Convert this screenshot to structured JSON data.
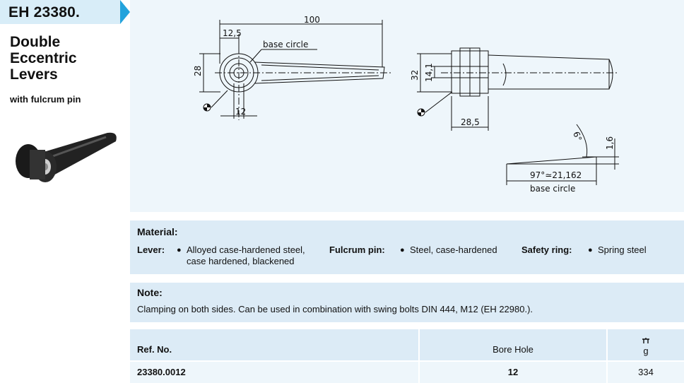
{
  "product": {
    "code": "EH 23380.",
    "title_lines": [
      "Double",
      "Eccentric",
      "Levers"
    ],
    "subtitle": "with fulcrum pin"
  },
  "drawing": {
    "dimensions": {
      "length": "100",
      "offset": "12,5",
      "height": "28",
      "bore": "12",
      "width": "32",
      "inner": "14,1",
      "depth": "28,5",
      "angle": "6°",
      "rise": "1,6",
      "arc": "97°≃21,162"
    },
    "labels": {
      "base_circle_top": "base circle",
      "base_circle_bottom": "base circle"
    }
  },
  "material": {
    "heading": "Material:",
    "lever_label": "Lever:",
    "lever_value_line1": "Alloyed case-hardened steel,",
    "lever_value_line2": "case hardened, blackened",
    "fulcrum_label": "Fulcrum pin:",
    "fulcrum_value": "Steel, case-hardened",
    "safety_label": "Safety ring:",
    "safety_value": "Spring steel",
    "bullet": "●"
  },
  "note": {
    "heading": "Note:",
    "text": "Clamping on both sides. Can be used in combination with swing bolts DIN 444, M12 (EH 22980.)."
  },
  "table": {
    "headers": {
      "ref": "Ref. No.",
      "bore": "Bore Hole",
      "weight_icon": "weight-icon",
      "weight_unit": "g"
    },
    "rows": [
      {
        "ref": "23380.0012",
        "bore": "12",
        "weight": "334"
      }
    ]
  },
  "colors": {
    "accent": "#24a3dc",
    "panel": "#dcebf6",
    "panel_light": "#eef6fb"
  }
}
